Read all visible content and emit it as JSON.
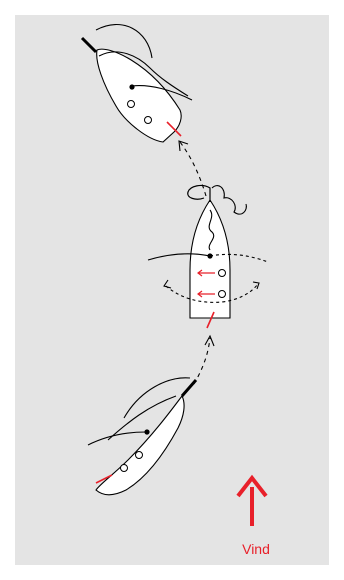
{
  "wind": {
    "label": "Vind",
    "color": "#e8202a"
  },
  "colors": {
    "panel_background": "#e4e4e4",
    "hull_fill": "#ffffff",
    "line": "#000000",
    "accent": "#e8202a"
  },
  "boats": [
    {
      "name": "top-boat",
      "description_icon": "sailboat-icon"
    },
    {
      "name": "middle-boat",
      "description_icon": "sailboat-icon"
    },
    {
      "name": "bottom-boat",
      "description_icon": "sailboat-icon"
    }
  ]
}
